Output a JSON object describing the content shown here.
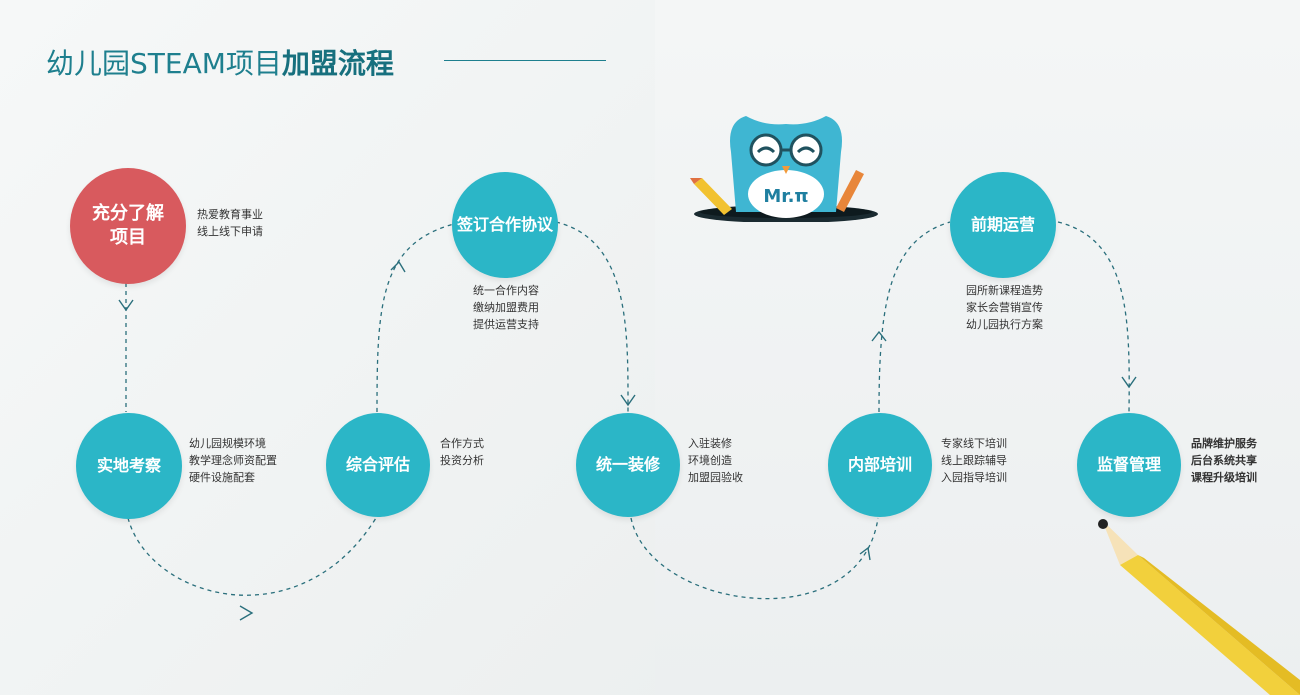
{
  "title": {
    "regular": "幼儿园STEAM项目",
    "bold": "加盟流程"
  },
  "mascot": {
    "label": "Mr.π"
  },
  "steps": [
    {
      "title_line1": "充分了解",
      "title_line2": "项目",
      "desc": [
        "热爱教育事业",
        "线上线下申请"
      ]
    },
    {
      "title": "实地考察",
      "desc": [
        "幼儿园规模环境",
        "教学理念师资配置",
        "硬件设施配套"
      ]
    },
    {
      "title": "综合评估",
      "desc": [
        "合作方式",
        "投资分析"
      ]
    },
    {
      "title": "签订合作协议",
      "desc": [
        "统一合作内容",
        "缴纳加盟费用",
        "提供运营支持"
      ]
    },
    {
      "title": "统一装修",
      "desc": [
        "入驻装修",
        "环境创造",
        "加盟园验收"
      ]
    },
    {
      "title": "内部培训",
      "desc": [
        "专家线下培训",
        "线上跟踪辅导",
        "入园指导培训"
      ]
    },
    {
      "title": "前期运营",
      "desc": [
        "园所新课程造势",
        "家长会营销宣传",
        "幼儿园执行方案"
      ]
    },
    {
      "title": "监督管理",
      "desc": [
        "品牌维护服务",
        "后台系统共享",
        "课程升级培训"
      ]
    }
  ],
  "colors": {
    "teal": "#2bb6c7",
    "red": "#d85a5e",
    "title": "#1e7f8e",
    "path": "#2a6f7c"
  },
  "icons": [
    "owl-mascot-icon",
    "pencil-icon",
    "arrow-icon"
  ]
}
